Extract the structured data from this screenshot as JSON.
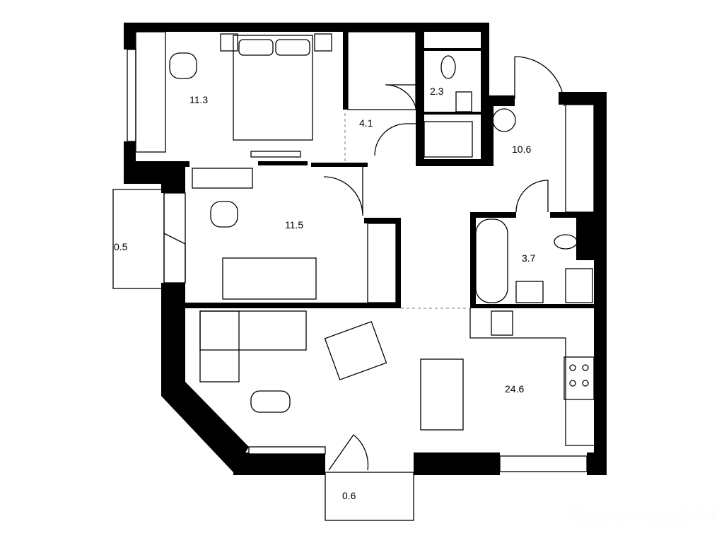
{
  "rooms": [
    {
      "id": "bedroom",
      "area": "11.3"
    },
    {
      "id": "corridor",
      "area": "4.1"
    },
    {
      "id": "wc",
      "area": "2.3"
    },
    {
      "id": "hall",
      "area": "10.6"
    },
    {
      "id": "children-room",
      "area": "11.5"
    },
    {
      "id": "balcony-left",
      "area": "0.5"
    },
    {
      "id": "bathroom",
      "area": "3.7"
    },
    {
      "id": "kitchen-living",
      "area": "24.6"
    },
    {
      "id": "balcony-bottom",
      "area": "0.6"
    }
  ],
  "watermark": "Новострой-М"
}
